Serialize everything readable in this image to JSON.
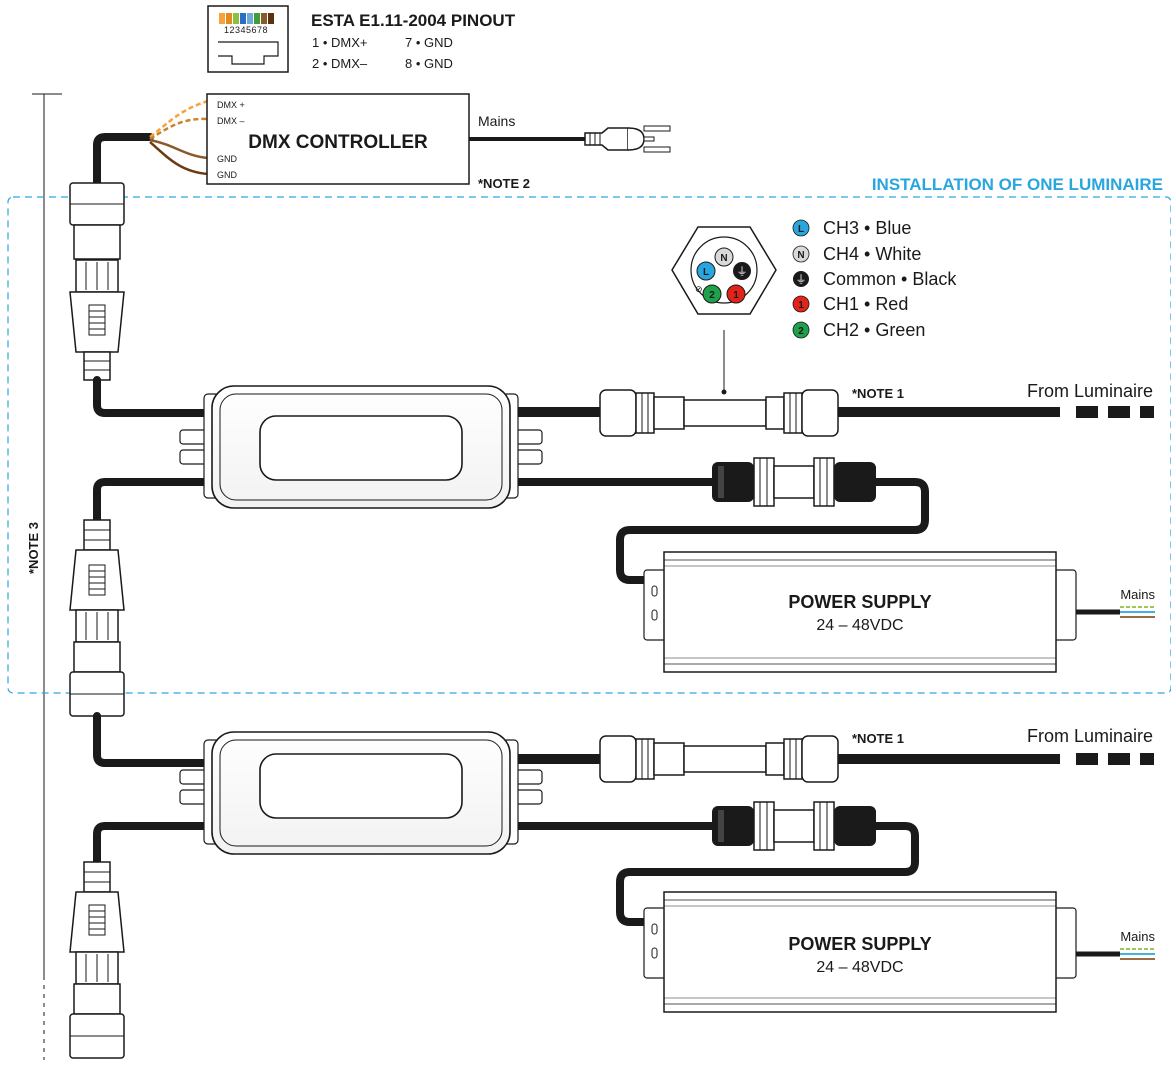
{
  "pinout": {
    "title": "ESTA E1.11-2004 PINOUT",
    "numbers": "12345678",
    "pins": [
      "1 • DMX+",
      "2 • DMX–",
      "7 • GND",
      "8 • GND"
    ]
  },
  "controller": {
    "title": "DMX CONTROLLER",
    "terminals": [
      "DMX +",
      "DMX –",
      "GND",
      "GND"
    ],
    "mains_label": "Mains",
    "note": "*NOTE 2"
  },
  "installation_label": "INSTALLATION OF ONE LUMINAIRE",
  "note3": "*NOTE 3",
  "connector_pins": {
    "L": "L",
    "N": "N",
    "one": "1",
    "two": "2"
  },
  "legend": [
    {
      "badge": "L",
      "text": "CH3 • Blue",
      "color": "#2aa6df",
      "badge_text_color": "#1a1a1a"
    },
    {
      "badge": "N",
      "text": "CH4 • White",
      "color": "#d9d9d9",
      "badge_text_color": "#1a1a1a"
    },
    {
      "badge": "earth",
      "text": "Common • Black",
      "color": "#1a1a1a",
      "badge_text_color": "#ffffff"
    },
    {
      "badge": "1",
      "text": "CH1 • Red",
      "color": "#e2231a",
      "badge_text_color": "#1a1a1a"
    },
    {
      "badge": "2",
      "text": "CH2 • Green",
      "color": "#1fa04a",
      "badge_text_color": "#1a1a1a"
    }
  ],
  "luminaires": [
    {
      "note": "*NOTE 1",
      "from_label": "From Luminaire",
      "psu_title": "POWER SUPPLY",
      "psu_voltage": "24 – 48VDC",
      "psu_mains": "Mains"
    },
    {
      "note": "*NOTE 1",
      "from_label": "From Luminaire",
      "psu_title": "POWER SUPPLY",
      "psu_voltage": "24 – 48VDC",
      "psu_mains": "Mains"
    }
  ],
  "colors": {
    "accent": "#2aa6df",
    "cable": "#1a1a1a",
    "dmx_plus": "#f5a33a",
    "dmx_minus": "#c9832c",
    "gnd": "#6b3b12"
  },
  "icons": [
    "rj45-port-icon",
    "mains-plug-icon",
    "waterproof-connector-icon",
    "earth-icon"
  ]
}
